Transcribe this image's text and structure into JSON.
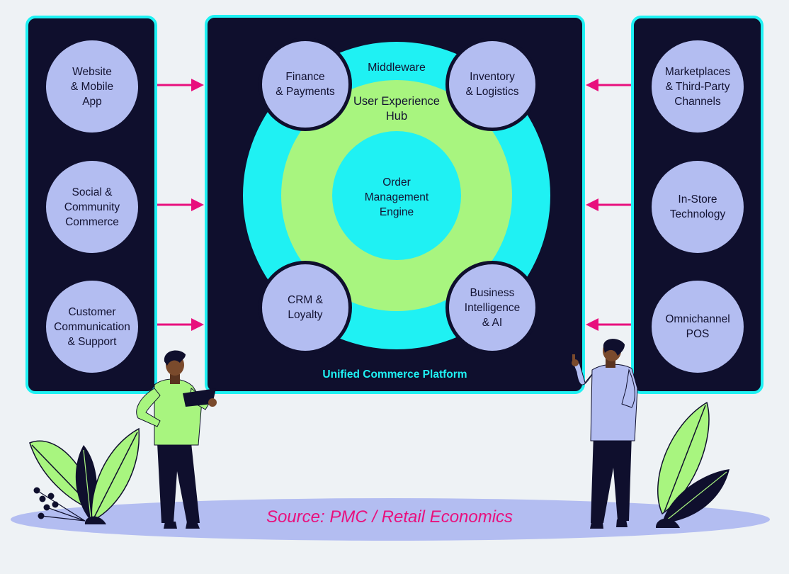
{
  "left_channels": [
    {
      "label": "Website\n& Mobile\nApp"
    },
    {
      "label": "Social &\nCommunity\nCommerce"
    },
    {
      "label": "Customer\nCommunication\n& Support"
    }
  ],
  "right_channels": [
    {
      "label": "Marketplaces\n& Third-Party\nChannels"
    },
    {
      "label": "In-Store\nTechnology"
    },
    {
      "label": "Omnichannel\nPOS"
    }
  ],
  "platform": {
    "title": "Unified Commerce Platform",
    "outer_ring_label": "Middleware",
    "middle_ring_label": "User Experience\nHub",
    "core_label": "Order\nManagement\nEngine",
    "modules": [
      {
        "label": "Finance\n& Payments"
      },
      {
        "label": "Inventory\n& Logistics"
      },
      {
        "label": "CRM &\nLoyalty"
      },
      {
        "label": "Business\nIntelligence\n& AI"
      }
    ]
  },
  "source": "Source: PMC / Retail Economics",
  "colors": {
    "panel_bg": "#0f0f2d",
    "panel_border": "#1ff1f3",
    "node_fill": "#b3bdf1",
    "ring_outer": "#1ff1f3",
    "ring_middle": "#a8f57f",
    "arrow": "#e8107d",
    "ground": "#b3bdf1"
  }
}
